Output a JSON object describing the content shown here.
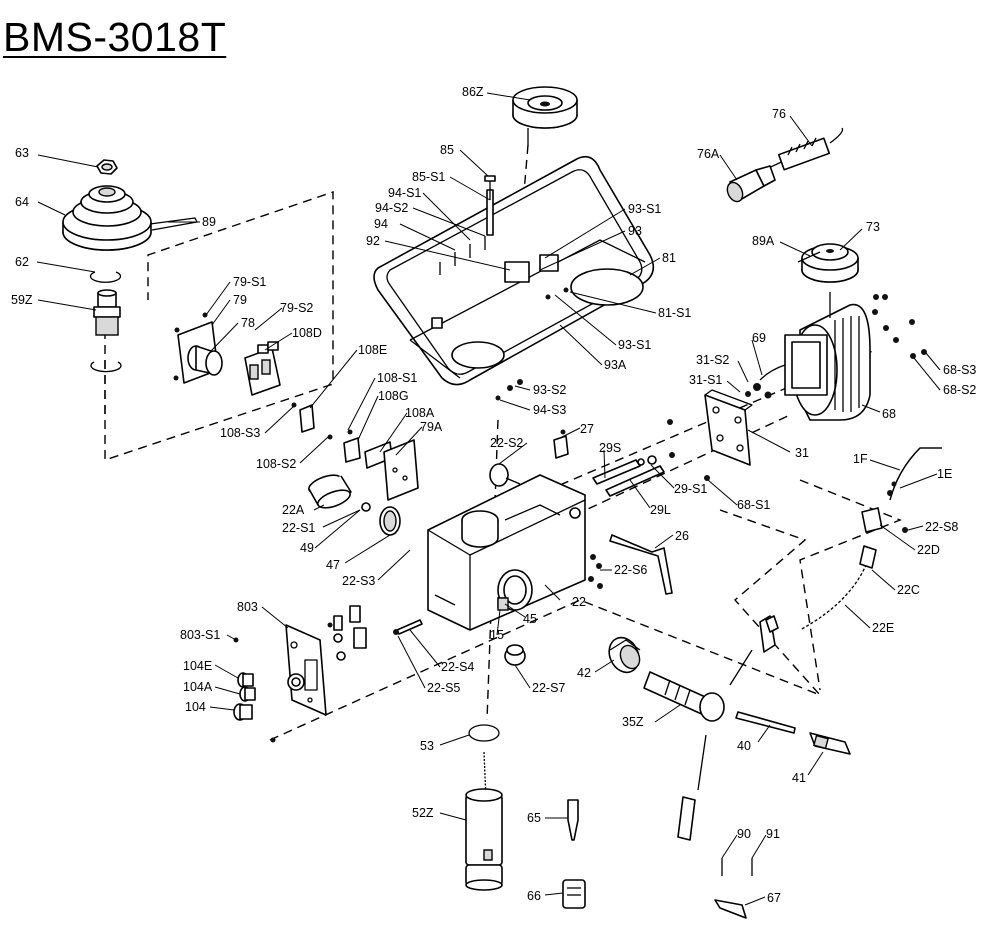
{
  "title": "BMS-3018T",
  "part_labels": {
    "p63": "63",
    "p64": "64",
    "p89": "89",
    "p62": "62",
    "p59z": "59Z",
    "p86z": "86Z",
    "p85": "85",
    "p85s1": "85-S1",
    "p94s1": "94-S1",
    "p94s2": "94-S2",
    "p94": "94",
    "p92": "92",
    "p93s1_top": "93-S1",
    "p93": "93",
    "p81": "81",
    "p81s1": "81-S1",
    "p93s1": "93-S1",
    "p93a": "93A",
    "p93s2": "93-S2",
    "p94s3": "94-S3",
    "p76": "76",
    "p76a": "76A",
    "p89a": "89A",
    "p73": "73",
    "p69": "69",
    "p31s2": "31-S2",
    "p31s1": "31-S1",
    "p68s3": "68-S3",
    "p68s2": "68-S2",
    "p68": "68",
    "p31": "31",
    "p68s1": "68-S1",
    "p79s1": "79-S1",
    "p79": "79",
    "p79s2": "79-S2",
    "p78": "78",
    "p108d": "108D",
    "p108e": "108E",
    "p108s3": "108-S3",
    "p108s1": "108-S1",
    "p108g": "108G",
    "p108a": "108A",
    "p79a": "79A",
    "p108s2": "108-S2",
    "p27": "27",
    "p22s2": "22-S2",
    "p29s": "29S",
    "p29s1": "29-S1",
    "p29l": "29L",
    "p22a": "22A",
    "p22s1": "22-S1",
    "p49": "49",
    "p47": "47",
    "p22s3": "22-S3",
    "p26": "26",
    "p22s6": "22-S6",
    "p22": "22",
    "p1f": "1F",
    "p1e": "1E",
    "p22s8": "22-S8",
    "p22d": "22D",
    "p22c": "22C",
    "p22e": "22E",
    "p803": "803",
    "p803s1": "803-S1",
    "p104e": "104E",
    "p104a": "104A",
    "p104": "104",
    "p45": "45",
    "p15": "15",
    "p22s4": "22-S4",
    "p22s5": "22-S5",
    "p22s7": "22-S7",
    "p42": "42",
    "p35z": "35Z",
    "p53": "53",
    "p52z": "52Z",
    "p65": "65",
    "p66": "66",
    "p40": "40",
    "p41": "41",
    "p90": "90",
    "p91": "91",
    "p67": "67"
  }
}
